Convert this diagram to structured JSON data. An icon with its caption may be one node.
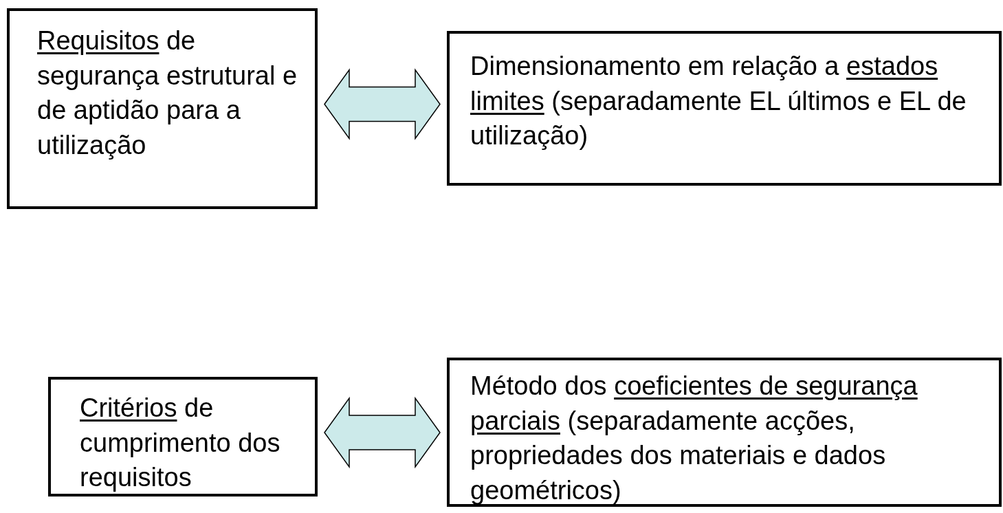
{
  "diagram": {
    "nodes": [
      {
        "text": [
          "*Requisitos* de segurança estrutural e de aptidão para a utilização"
        ]
      },
      {
        "text": [
          "Dimensionamento em relação a *estados limites* (separadamente EL últimos e EL de utilização)"
        ]
      },
      {
        "text": [
          "*Critérios* de cumprimento dos requisitos"
        ]
      },
      {
        "text": [
          "Método dos *coeficientes de segurança parciais* (separadamente acções, propriedades dos materiais e dados geométricos)"
        ]
      }
    ],
    "edges": [
      {
        "from": 0,
        "to": 1,
        "arrow": "both"
      },
      {
        "from": 2,
        "to": 3,
        "arrow": "both"
      }
    ]
  }
}
